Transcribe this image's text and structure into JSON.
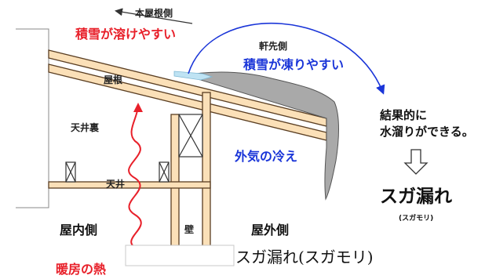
{
  "labels": {
    "roof_ridge_side": "本屋根側",
    "snow_melts_easily": "積雪が溶けやすい",
    "eave_side": "軒先側",
    "snow_freezes_easily": "積雪が凍りやすい",
    "roof": "屋根",
    "attic": "天井裏",
    "ceiling": "天井",
    "outside_cold": "外気の冷え",
    "result_line1": "結果的に",
    "result_line2": "水溜りができる。",
    "title": "スガ漏れ",
    "title_reading": "(スガモリ)",
    "indoor_side": "屋内側",
    "wall": "壁",
    "outdoor_side": "屋外側",
    "heating_heat": "暖房の熱",
    "caption": "スガ漏れ(スガモリ)"
  },
  "colors": {
    "red": "#e8202a",
    "blue": "#1a35d8",
    "wood_fill": "#fbe0b8",
    "wood_stroke": "#5a3e22",
    "ice_fill": "#a9a9a9",
    "water": "#bfe3f3"
  }
}
